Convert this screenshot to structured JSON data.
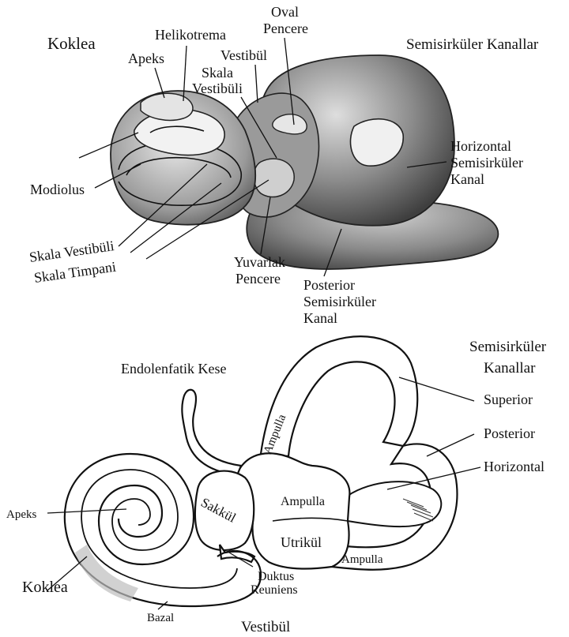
{
  "top": {
    "koklea": "Koklea",
    "helikotrema": "Helikotrema",
    "oval_1": "Oval",
    "oval_2": "Pencere",
    "semisirkuler_kanallar": "Semisirküler Kanallar",
    "apeks": "Apeks",
    "vestibul": "Vestibül",
    "skala_v_1": "Skala",
    "skala_v_2": "Vestibüli",
    "horizontal_1": "Horizontal",
    "horizontal_2": "Semisirküler",
    "horizontal_3": "Kanal",
    "modiolus": "Modiolus",
    "skala_vestibuli": "Skala Vestibüli",
    "skala_timpani": "Skala Timpani",
    "yuvarlak_1": "Yuvarlak",
    "yuvarlak_2": "Pencere",
    "posterior_1": "Posterior",
    "posterior_2": "Semisirküler",
    "posterior_3": "Kanal"
  },
  "bottom": {
    "semisirkuler_1": "Semisirküler",
    "semisirkuler_2": "Kanallar",
    "endolenfatik_kese": "Endolenfatik Kese",
    "superior": "Superior",
    "posterior": "Posterior",
    "horizontal": "Horizontal",
    "ampulla_top": "Ampulla",
    "ampulla_mid": "Ampulla",
    "ampulla_low": "Ampulla",
    "apeks": "Apeks",
    "sakkul": "Sakkül",
    "utrikul": "Utrikül",
    "duktus_1": "Duktus",
    "duktus_2": "Reuniens",
    "koklea": "Koklea",
    "bazal": "Bazal",
    "vestibul": "Vestibül"
  }
}
